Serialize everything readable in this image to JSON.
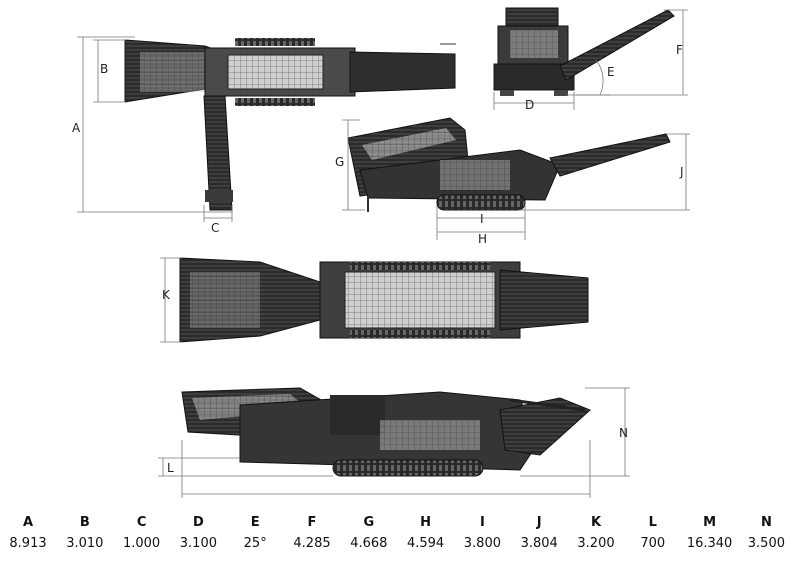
{
  "labels": {
    "a": "A",
    "b": "B",
    "c": "C",
    "d": "D",
    "e": "E",
    "f": "F",
    "g": "G",
    "h": "H",
    "i": "I",
    "j": "J",
    "k": "K",
    "l": "L",
    "n": "N"
  },
  "dimensions": [
    {
      "key": "A",
      "value": "8.913"
    },
    {
      "key": "B",
      "value": "3.010"
    },
    {
      "key": "C",
      "value": "1.000"
    },
    {
      "key": "D",
      "value": "3.100"
    },
    {
      "key": "E",
      "value": "25°"
    },
    {
      "key": "F",
      "value": "4.285"
    },
    {
      "key": "G",
      "value": "4.668"
    },
    {
      "key": "H",
      "value": "4.594"
    },
    {
      "key": "I",
      "value": "3.800"
    },
    {
      "key": "J",
      "value": "3.804"
    },
    {
      "key": "K",
      "value": "3.200"
    },
    {
      "key": "L",
      "value": "700"
    },
    {
      "key": "M",
      "value": "16.340"
    },
    {
      "key": "N",
      "value": "3.500"
    }
  ],
  "colors": {
    "machine": "#3a3a3a",
    "machine_dark": "#1e1e1e",
    "machine_light": "#8a8a8a",
    "line": "#555555"
  }
}
